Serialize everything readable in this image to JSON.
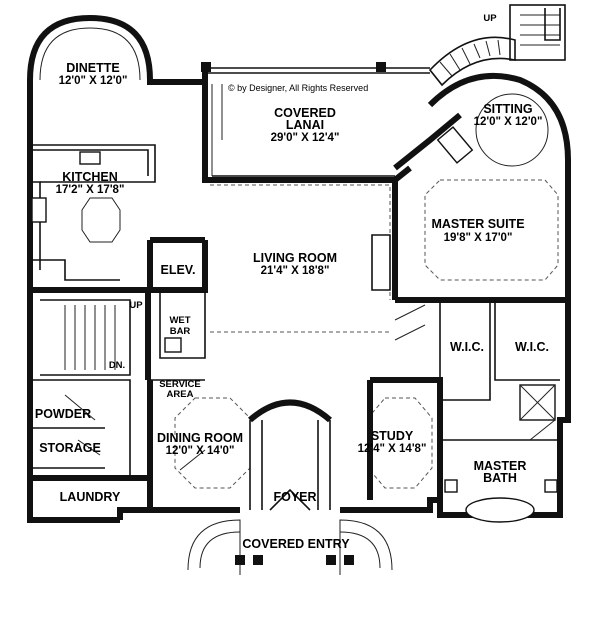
{
  "copyright": "© by Designer, All Rights Reserved",
  "rooms": {
    "dinette": {
      "name": "DINETTE",
      "dim": "12'0\" X 12'0\""
    },
    "lanai": {
      "name": "COVERED",
      "name2": "LANAI",
      "dim": "29'0\" X 12'4\""
    },
    "sitting": {
      "name": "SITTING",
      "dim": "12'0\" X 12'0\""
    },
    "kitchen": {
      "name": "KITCHEN",
      "dim": "17'2\" X 17'8\""
    },
    "master_suite": {
      "name": "MASTER SUITE",
      "dim": "19'8\" X 17'0\""
    },
    "living": {
      "name": "LIVING ROOM",
      "dim": "21'4\" X 18'8\""
    },
    "elev": {
      "name": "ELEV."
    },
    "wet_bar": {
      "name": "WET",
      "name2": "BAR"
    },
    "service": {
      "name": "SERVICE",
      "name2": "AREA"
    },
    "wic1": {
      "name": "W.I.C."
    },
    "wic2": {
      "name": "W.I.C."
    },
    "powder": {
      "name": "POWDER"
    },
    "storage": {
      "name": "STORAGE"
    },
    "dining": {
      "name": "DINING ROOM",
      "dim": "12'0\" X  14'0\""
    },
    "study": {
      "name": "STUDY",
      "dim": "12'4\" X 14'8\""
    },
    "master_bath": {
      "name": "MASTER",
      "name2": "BATH"
    },
    "laundry": {
      "name": "LAUNDRY"
    },
    "foyer": {
      "name": "FOYER"
    },
    "entry": {
      "name": "COVERED ENTRY"
    }
  },
  "stairs": {
    "up_top": "UP",
    "up_left": "UP",
    "down_left": "DN."
  }
}
